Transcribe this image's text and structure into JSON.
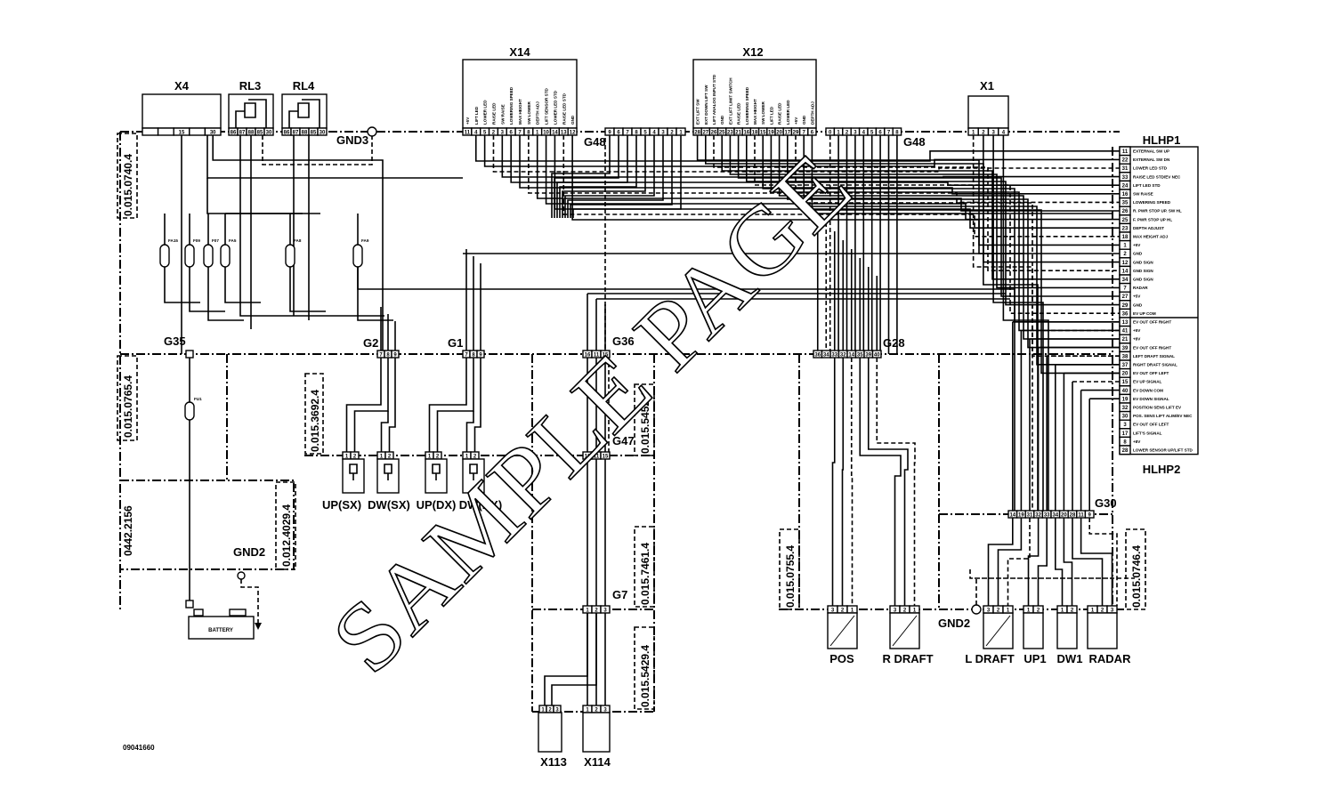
{
  "document": {
    "drawing_number": "09041660",
    "watermark": "SAMPLE PAGE"
  },
  "connectors": {
    "x4": {
      "label": "X4",
      "pins": [
        "",
        "",
        "15",
        "",
        "30"
      ]
    },
    "rl3": {
      "label": "RL3",
      "pins": [
        "86",
        "87",
        "88",
        "85",
        "30"
      ]
    },
    "rl4": {
      "label": "RL4",
      "pins": [
        "86",
        "87",
        "88",
        "85",
        "30"
      ]
    },
    "x14": {
      "label": "X14",
      "pins": [
        "11",
        "4",
        "5",
        "2",
        "3",
        "6",
        "7",
        "8",
        "1",
        "10",
        "14",
        "13",
        "12"
      ],
      "signals": [
        "+5V",
        "LIFT LED",
        "LOWER LED",
        "RAISE LED",
        "SW RAISE",
        "LOWERING SPEED",
        "MAX HEIGHT",
        "SW LOWER",
        "DEPTH ADJ",
        "LIFT SENSOR STD",
        "LOWER LED STD",
        "RAISE LED STD",
        "GND"
      ]
    },
    "g48a": {
      "label": "G48",
      "pins": [
        "9",
        "6",
        "7",
        "8",
        "5",
        "4",
        "3",
        "2",
        "1"
      ]
    },
    "x12": {
      "label": "X12",
      "pins": [
        "28",
        "27",
        "26",
        "25",
        "23",
        "21",
        "16",
        "18",
        "15",
        "19",
        "20",
        "17",
        "29",
        "7",
        "6"
      ],
      "signals": [
        "EXT LIFT SW",
        "EXT DOWN LIFT SW",
        "LIFT ANALOG INPUT STD",
        "GND",
        "EXT LIFT LIMIT SWITCH",
        "RAISE LED",
        "LOWERING SPEED",
        "MAX HEIGHT",
        "SW LOWER",
        "LIFT LED",
        "RAISE LED",
        "LOWER LED",
        "+5V",
        "GND",
        "DEPTH ADJ"
      ]
    },
    "g48b": {
      "label": "G48",
      "pins": [
        "0",
        "1",
        "2",
        "3",
        "4",
        "5",
        "6",
        "7",
        "8"
      ]
    },
    "x1": {
      "label": "X1",
      "pins": [
        "1",
        "2",
        "3",
        "4"
      ]
    },
    "g2": {
      "label": "G2",
      "pins": [
        "7",
        "8",
        "9"
      ]
    },
    "g1": {
      "label": "G1",
      "pins": [
        "7",
        "8",
        "9"
      ]
    },
    "g36": {
      "label": "G36",
      "pins": [
        "16",
        "11",
        "15"
      ]
    },
    "g47": {
      "label": "G47",
      "pins": [
        "16",
        "11",
        "15"
      ]
    },
    "g7": {
      "label": "G7",
      "pins": [
        "1",
        "2",
        "3"
      ]
    },
    "g28": {
      "label": "G28",
      "pins": [
        "36",
        "34",
        "33",
        "32",
        "14",
        "35",
        "39",
        "40"
      ]
    },
    "g30": {
      "label": "G30",
      "pins": [
        "14",
        "19",
        "31",
        "32",
        "33",
        "34",
        "20",
        "28",
        "11",
        "9"
      ]
    }
  },
  "nodes": {
    "g35": "G35",
    "gnd3": "GND3",
    "gnd2_left": "GND2",
    "gnd2_right": "GND2"
  },
  "fuses": [
    "FA15",
    "F09",
    "F07",
    "FA5",
    "FA8",
    "FA9",
    "FU1"
  ],
  "battery": {
    "label": "BATTERY"
  },
  "components": {
    "up_sx": {
      "label": "UP(SX)",
      "pins": [
        "1",
        "2"
      ]
    },
    "dw_sx": {
      "label": "DW(SX)",
      "pins": [
        "1",
        "2"
      ]
    },
    "up_dx": {
      "label": "UP(DX)",
      "pins": [
        "1",
        "2"
      ]
    },
    "dw_dx": {
      "label": "DW(DX)",
      "pins": [
        "1",
        "2"
      ]
    },
    "x113": {
      "label": "X113",
      "pins": [
        "1",
        "2",
        "3"
      ]
    },
    "x114": {
      "label": "X114",
      "pins": [
        "1",
        "2",
        "3"
      ]
    },
    "pos": {
      "label": "POS",
      "pins": [
        "3",
        "2",
        "1"
      ]
    },
    "r_draft": {
      "label": "R DRAFT",
      "pins": [
        "3",
        "2",
        "1"
      ]
    },
    "l_draft": {
      "label": "L DRAFT",
      "pins": [
        "3",
        "2",
        "1"
      ]
    },
    "up1": {
      "label": "UP1",
      "pins": [
        "1",
        "2"
      ]
    },
    "dw1": {
      "label": "DW1",
      "pins": [
        "1",
        "2"
      ]
    },
    "radar": {
      "label": "RADAR",
      "pins": [
        "1",
        "2",
        "3"
      ]
    }
  },
  "hlhp": {
    "top_label": "HLHP1",
    "bottom_label": "HLHP2",
    "rows": [
      {
        "pin": "11",
        "signal": "EXTERNAL SW UP"
      },
      {
        "pin": "22",
        "signal": "EXTERNAL SW DN"
      },
      {
        "pin": "31",
        "signal": "LOWER LED STD"
      },
      {
        "pin": "33",
        "signal": "RAISE LED STD/EV NEC"
      },
      {
        "pin": "24",
        "signal": "LIFT LED STD"
      },
      {
        "pin": "16",
        "signal": "SW RAISE"
      },
      {
        "pin": "35",
        "signal": "LOWERING SPEED"
      },
      {
        "pin": "26",
        "signal": "R. PWR STOP UP. SW HL"
      },
      {
        "pin": "25",
        "signal": "F. PWR STOP UP HL"
      },
      {
        "pin": "23",
        "signal": "DEPTH ADJUST"
      },
      {
        "pin": "18",
        "signal": "MAX HEIGHT ADJ"
      },
      {
        "pin": "1",
        "signal": "+5V"
      },
      {
        "pin": "2",
        "signal": "GND"
      },
      {
        "pin": "12",
        "signal": "GND SIGN"
      },
      {
        "pin": "14",
        "signal": "GND SIGN"
      },
      {
        "pin": "34",
        "signal": "GND SIGN"
      },
      {
        "pin": "7",
        "signal": "RADAR"
      },
      {
        "pin": "27",
        "signal": "+5V"
      },
      {
        "pin": "29",
        "signal": "GND"
      },
      {
        "pin": "36",
        "signal": "EV UP COM"
      },
      {
        "pin": "13",
        "signal": "EV OUT OFF RIGHT"
      },
      {
        "pin": "41",
        "signal": "+5V"
      },
      {
        "pin": "21",
        "signal": "+8V"
      },
      {
        "pin": "39",
        "signal": "EV OUT OFF RIGHT"
      },
      {
        "pin": "38",
        "signal": "LEFT DRAFT SIGNAL"
      },
      {
        "pin": "37",
        "signal": "RIGHT DRAFT SIGNAL"
      },
      {
        "pin": "20",
        "signal": "EV OUT OFF LEFT"
      },
      {
        "pin": "15",
        "signal": "EV UP SIGNAL"
      },
      {
        "pin": "40",
        "signal": "EV DOWN COM"
      },
      {
        "pin": "19",
        "signal": "EV DOWN SIGNAL"
      },
      {
        "pin": "32",
        "signal": "POSITION SENS LIFT EV"
      },
      {
        "pin": "30",
        "signal": "POS. SENS LIFT ALIM/EV NEC"
      },
      {
        "pin": "3",
        "signal": "EV OUT OFF LEFT"
      },
      {
        "pin": "17",
        "signal": "LIFT'S SIGNAL"
      },
      {
        "pin": "8",
        "signal": "+8V"
      },
      {
        "pin": "28",
        "signal": "LOWER SENSOR UP/LIFT STD"
      }
    ]
  },
  "references": {
    "r0740": "0.015.0740.4",
    "r0765": "0.015.0765.4",
    "r2156": "0442.2156",
    "r4029": "0.012.4029.4",
    "r3692": "0.015.3692.4",
    "r5452": "0.015.5452.4",
    "r7461": "0.015.7461.4",
    "r5429": "0.015.5429.4",
    "r0755": "0.015.0755.4",
    "r0746": "0.015.0746.4"
  }
}
